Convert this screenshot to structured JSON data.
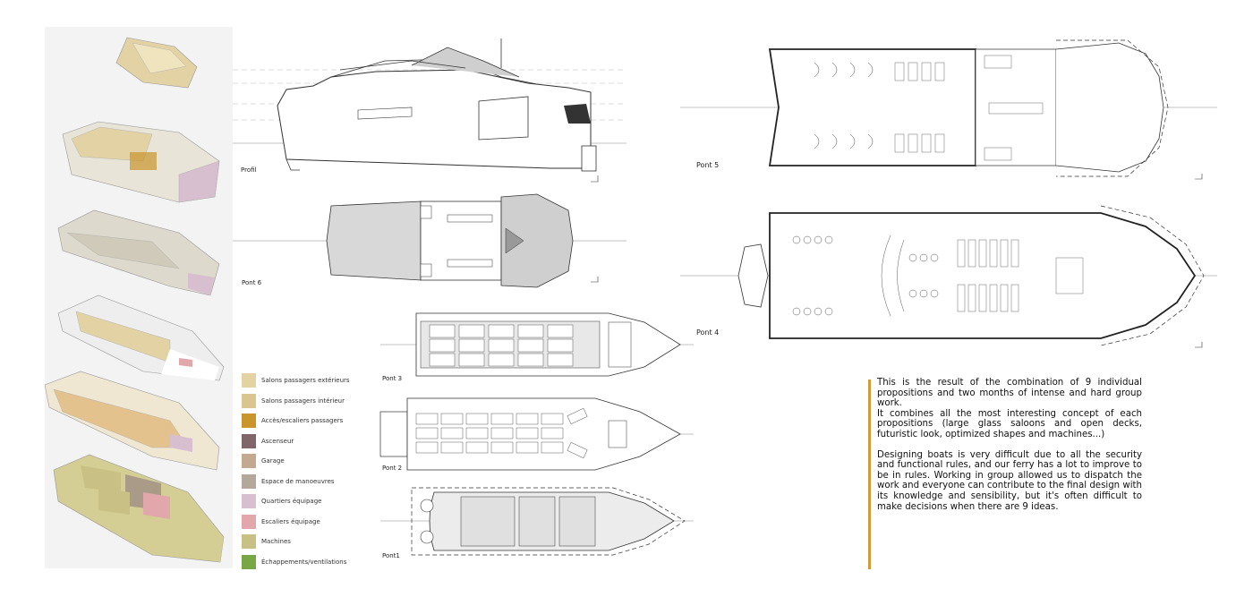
{
  "legend": [
    {
      "label": "Salons passagers extérieurs",
      "color": "#e3d3a4"
    },
    {
      "label": "Salons passagers intérieur",
      "color": "#d9c58f"
    },
    {
      "label": "Accès/escaliers passagers",
      "color": "#c9962e"
    },
    {
      "label": "Ascenseur",
      "color": "#80656a"
    },
    {
      "label": "Garage",
      "color": "#c3a98f"
    },
    {
      "label": "Espace de manoeuvres",
      "color": "#b4a79b"
    },
    {
      "label": "Quartiers équipage",
      "color": "#d8bfd0"
    },
    {
      "label": "Escaliers équipage",
      "color": "#e2a7ab"
    },
    {
      "label": "Machines",
      "color": "#c8c085"
    },
    {
      "label": "Échappements/ventilations",
      "color": "#78a843"
    }
  ],
  "drawings": {
    "profil": "Profil",
    "pont6": "Pont 6",
    "pont5": "Pont 5",
    "pont4": "Pont 4",
    "pont3": "Pont 3",
    "pont2": "Pont 2",
    "pont1": "Pont1"
  },
  "description": {
    "p1": "This is the result of the combination of 9 individual propositions and two months of intense and hard group work.",
    "p2": "It combines all the most interesting concept of each propositions (large glass saloons and open decks, futuristic look, optimized shapes and machines...)",
    "p3": "Designing boats is very difficult due to all the security and functional rules, and our ferry has a lot to improve to be in rules. Working in group allowed us to dispatch the work and everyone can contribute to the final design with its knowledge and sensibility, but it's often difficult to make decisions when there are 9 ideas."
  },
  "colors": {
    "accent": "#d49a3a",
    "deck_fill": "#d8d8d8",
    "line": "#333333"
  }
}
